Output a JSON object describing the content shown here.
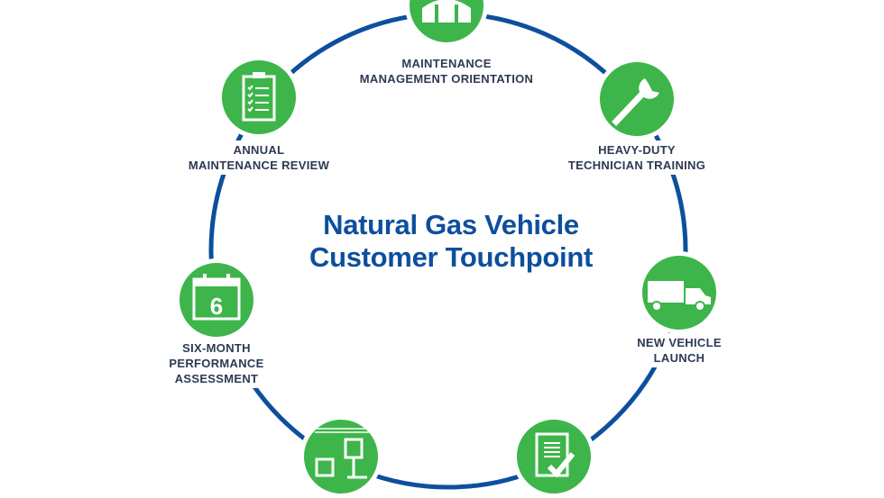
{
  "title": {
    "line1": "Natural Gas Vehicle",
    "line2": "Customer Touchpoint"
  },
  "colors": {
    "ring": "#0d4f9e",
    "node": "#3db54a",
    "label": "#2c3a52"
  },
  "touchpoints": [
    {
      "icon": "worker-icon",
      "line1": "MAINTENANCE",
      "line2": "MANAGEMENT ORIENTATION"
    },
    {
      "icon": "wrench-icon",
      "line1": "HEAVY-DUTY",
      "line2": "TECHNICIAN TRAINING"
    },
    {
      "icon": "truck-icon",
      "line1": "NEW VEHICLE",
      "line2": "LAUNCH"
    },
    {
      "icon": "document-check-icon"
    },
    {
      "icon": "vehicle-lift-icon"
    },
    {
      "icon": "calendar-icon",
      "calendar_number": "6",
      "line1": "SIX-MONTH",
      "line2": "PERFORMANCE",
      "line3": "ASSESSMENT"
    },
    {
      "icon": "clipboard-checklist-icon",
      "line1": "ANNUAL",
      "line2": "MAINTENANCE REVIEW"
    }
  ]
}
